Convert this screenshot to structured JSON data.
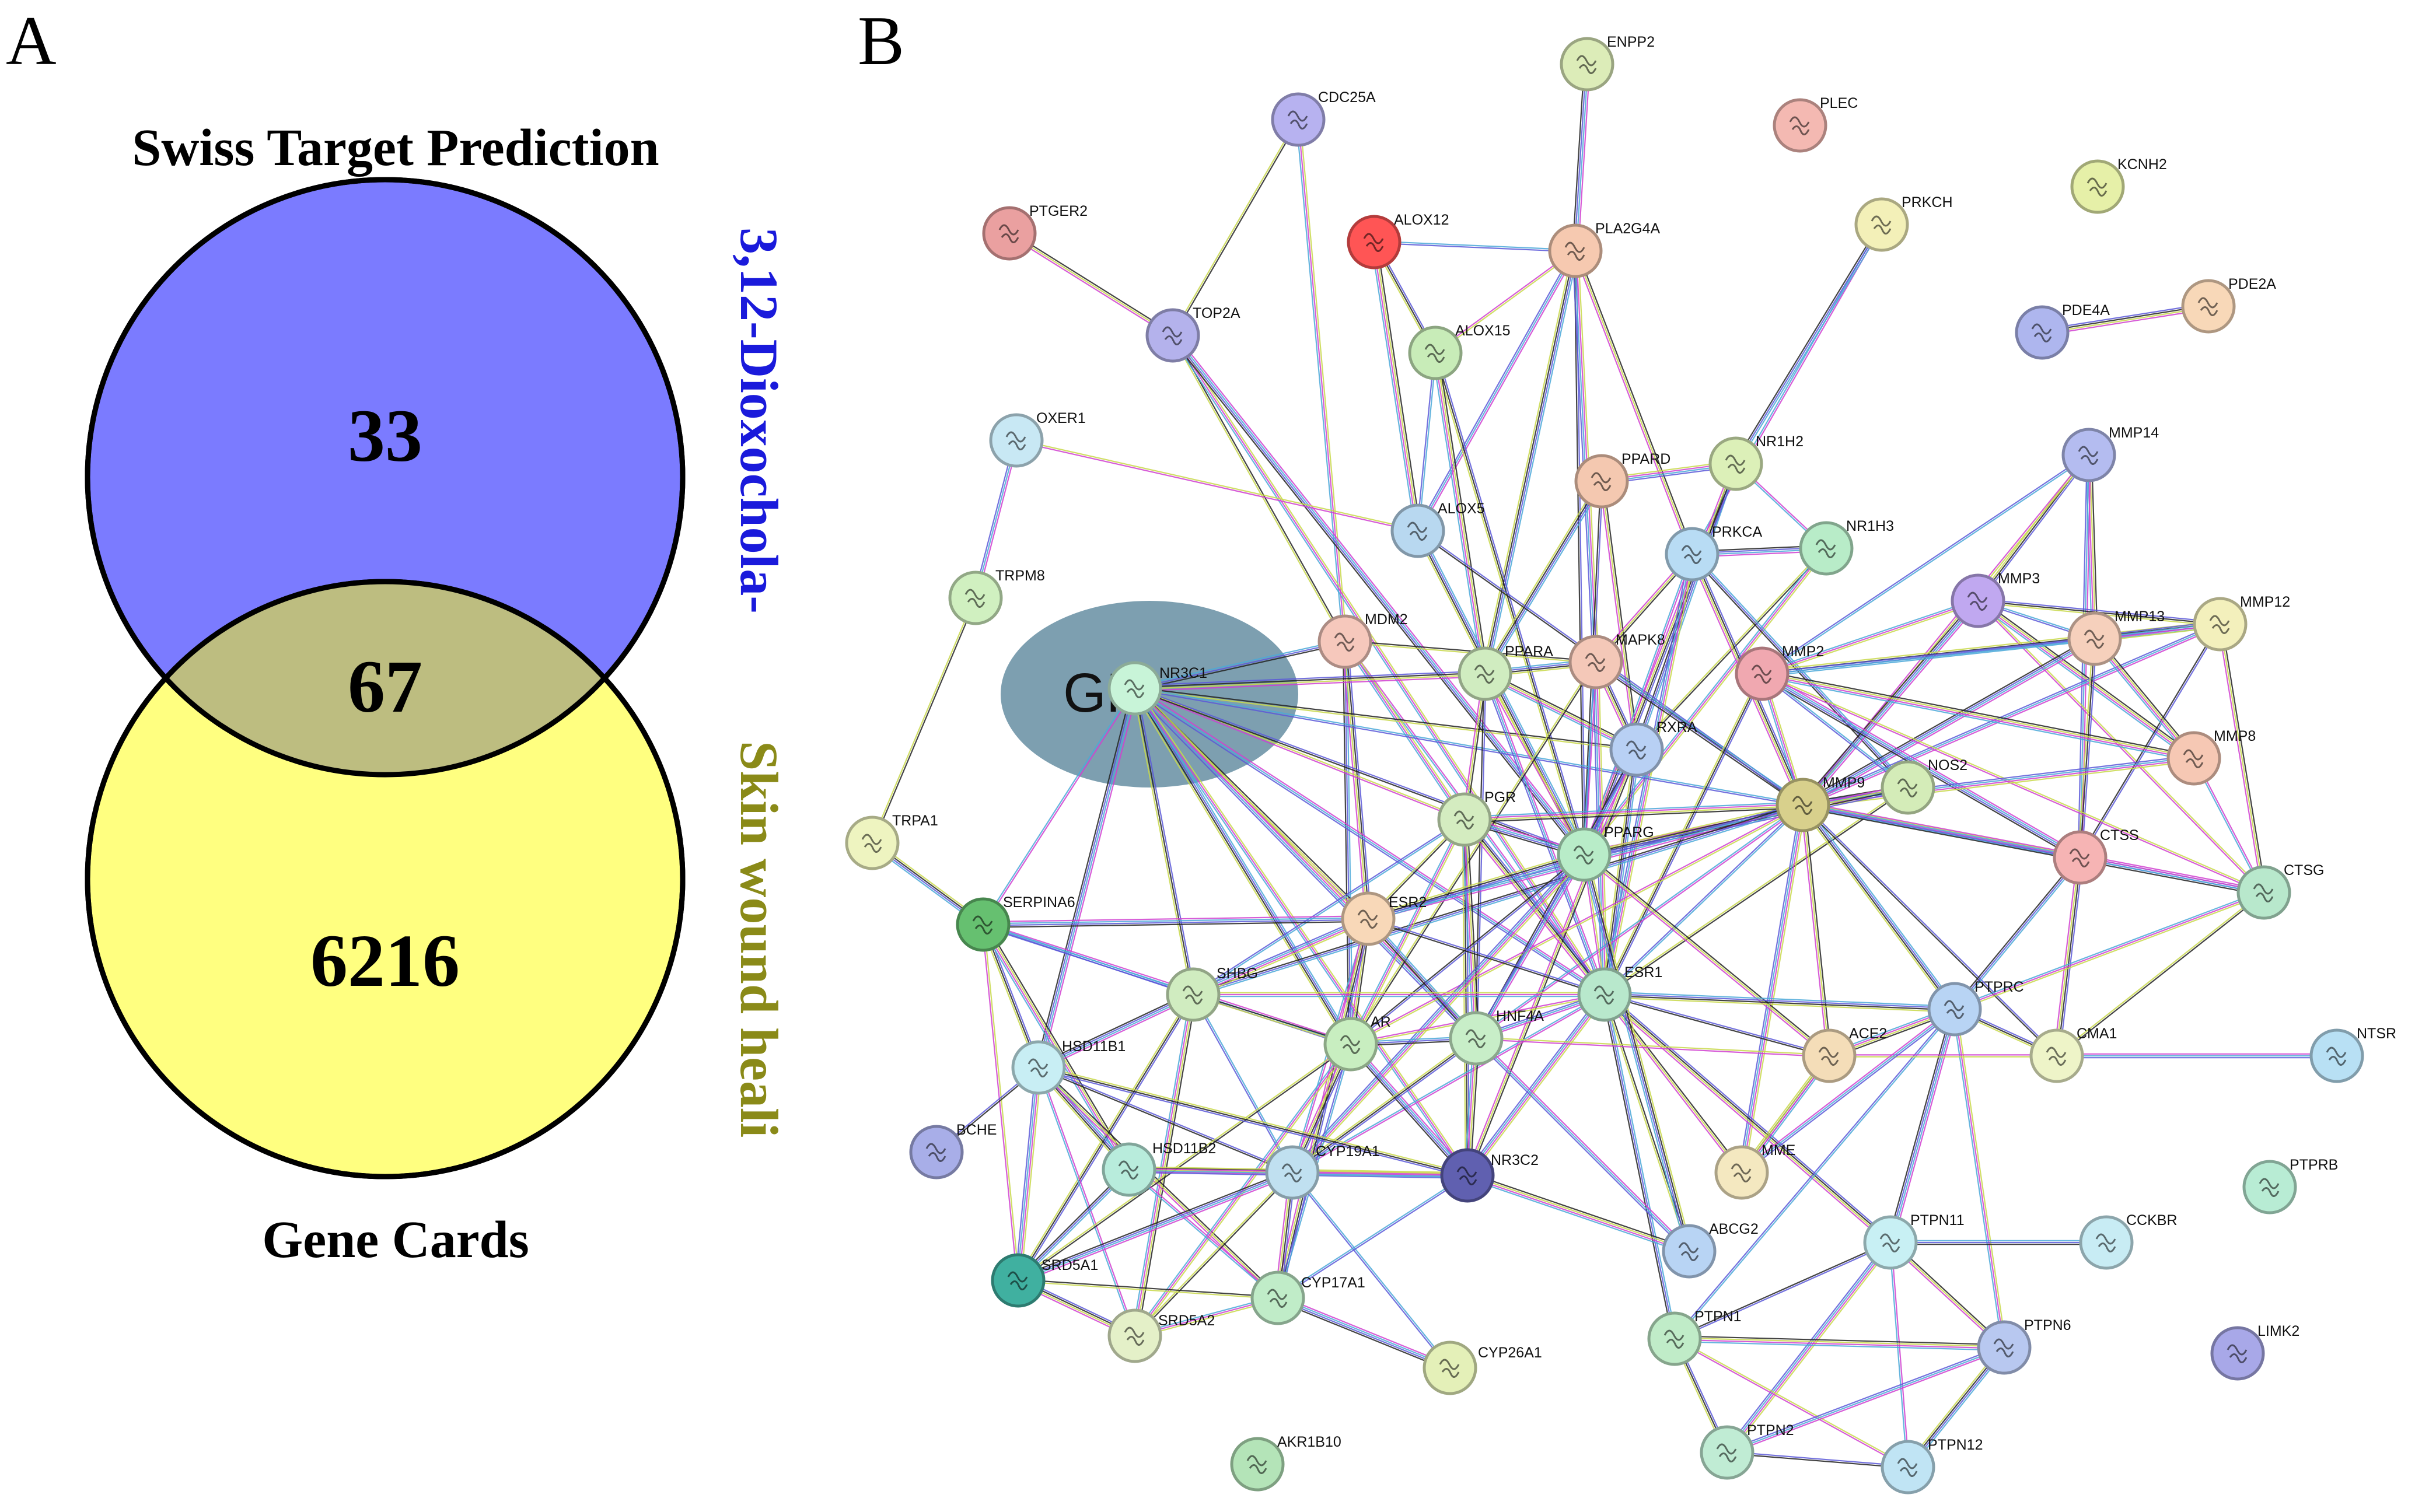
{
  "panel_a": {
    "letter": "A",
    "top_title": "Swiss Target Prediction",
    "bottom_title": "Gene Cards",
    "left_only_count": "33",
    "overlap_count": "67",
    "right_only_count": "6216",
    "set1_label": "3,12-Dioxochola-",
    "set2_label": "Skin wound heali",
    "colors": {
      "set1_fill": "#7b7bff",
      "set2_fill": "#ffff80",
      "overlap_fill": "#bdbd80",
      "set1_text": "#1a1adb",
      "set2_text": "#8a8a18"
    }
  },
  "panel_b": {
    "letter": "B",
    "highlight_label": "GR",
    "highlight_color": "#7d9fb0",
    "nodes": [
      {
        "id": "CDC25A",
        "color": "#b7b2f0"
      },
      {
        "id": "ENPP2",
        "color": "#dcecb8"
      },
      {
        "id": "PLEC",
        "color": "#f4b9b2"
      },
      {
        "id": "PTGER2",
        "color": "#eaa0a0"
      },
      {
        "id": "ALOX12",
        "color": "#ff5555"
      },
      {
        "id": "PLA2G4A",
        "color": "#f6c9b0"
      },
      {
        "id": "PRKCH",
        "color": "#f3f0b8"
      },
      {
        "id": "KCNH2",
        "color": "#e6f0a8"
      },
      {
        "id": "TOP2A",
        "color": "#b4b2ec"
      },
      {
        "id": "ALOX15",
        "color": "#c8ecb8"
      },
      {
        "id": "PDE4A",
        "color": "#aeb6ee"
      },
      {
        "id": "PDE2A",
        "color": "#f8d8b8"
      },
      {
        "id": "OXER1",
        "color": "#c8e8f4"
      },
      {
        "id": "PPARD",
        "color": "#f4c8b0"
      },
      {
        "id": "NR1H2",
        "color": "#dcf0b8"
      },
      {
        "id": "MMP14",
        "color": "#b4bcf0"
      },
      {
        "id": "ALOX5",
        "color": "#b8d8f0"
      },
      {
        "id": "PRKCA",
        "color": "#b8dcf4"
      },
      {
        "id": "NR1H3",
        "color": "#b8ecc8"
      },
      {
        "id": "TRPM8",
        "color": "#d0f0c0"
      },
      {
        "id": "MMP3",
        "color": "#c0a8f0"
      },
      {
        "id": "MMP12",
        "color": "#f3f0bc"
      },
      {
        "id": "MDM2",
        "color": "#f6c8bc"
      },
      {
        "id": "MMP13",
        "color": "#f6d0bc"
      },
      {
        "id": "NR3C1",
        "color": "#c8f4d8"
      },
      {
        "id": "PPARA",
        "color": "#d0ecc0"
      },
      {
        "id": "MAPK8",
        "color": "#f4c8b8"
      },
      {
        "id": "MMP2",
        "color": "#f0a8b0"
      },
      {
        "id": "RXRA",
        "color": "#b8d0f4"
      },
      {
        "id": "MMP8",
        "color": "#f6c8b4"
      },
      {
        "id": "NOS2",
        "color": "#d4ecb8"
      },
      {
        "id": "MMP9",
        "color": "#d8d08c"
      },
      {
        "id": "PGR",
        "color": "#d4ecc0"
      },
      {
        "id": "TRPA1",
        "color": "#eef4c0"
      },
      {
        "id": "PPARG",
        "color": "#b8ecc8"
      },
      {
        "id": "CTSS",
        "color": "#f6b4b4"
      },
      {
        "id": "CTSG",
        "color": "#b8e8cc"
      },
      {
        "id": "SERPINA6",
        "color": "#66c070"
      },
      {
        "id": "ESR2",
        "color": "#f8d8b8"
      },
      {
        "id": "SHBG",
        "color": "#d0ecc0"
      },
      {
        "id": "ESR1",
        "color": "#b8e8cc"
      },
      {
        "id": "PTPRC",
        "color": "#b8d4f4"
      },
      {
        "id": "NTSR",
        "color": "#b8e0f4"
      },
      {
        "id": "HSD11B1",
        "color": "#c8eef4"
      },
      {
        "id": "AR",
        "color": "#c8eec0"
      },
      {
        "id": "HNF4A",
        "color": "#c8eec8"
      },
      {
        "id": "ACE2",
        "color": "#f4ddb8"
      },
      {
        "id": "CMA1",
        "color": "#eef4c8"
      },
      {
        "id": "BCHE",
        "color": "#a8aee8"
      },
      {
        "id": "HSD11B2",
        "color": "#b8ecdc"
      },
      {
        "id": "CYP19A1",
        "color": "#c0e0f0"
      },
      {
        "id": "NR3C2",
        "color": "#6060b0"
      },
      {
        "id": "MME",
        "color": "#f4e8c0"
      },
      {
        "id": "PTPRB",
        "color": "#b8ecd4"
      },
      {
        "id": "ABCG2",
        "color": "#b8d4f4"
      },
      {
        "id": "PTPN11",
        "color": "#c8f0f4"
      },
      {
        "id": "CCKBR",
        "color": "#c8ecf4"
      },
      {
        "id": "SRD5A1",
        "color": "#40b0a0"
      },
      {
        "id": "CYP17A1",
        "color": "#c0ecc8"
      },
      {
        "id": "SRD5A2",
        "color": "#e4f0c8"
      },
      {
        "id": "PTPN1",
        "color": "#c0ecc8"
      },
      {
        "id": "PTPN6",
        "color": "#b8c8f0"
      },
      {
        "id": "LIMK2",
        "color": "#a8a8e8"
      },
      {
        "id": "CYP26A1",
        "color": "#e4f0b8"
      },
      {
        "id": "PTPN2",
        "color": "#c0ecd4"
      },
      {
        "id": "PTPN12",
        "color": "#c0e4f4"
      },
      {
        "id": "AKR1B10",
        "color": "#b4e4b8"
      }
    ]
  }
}
